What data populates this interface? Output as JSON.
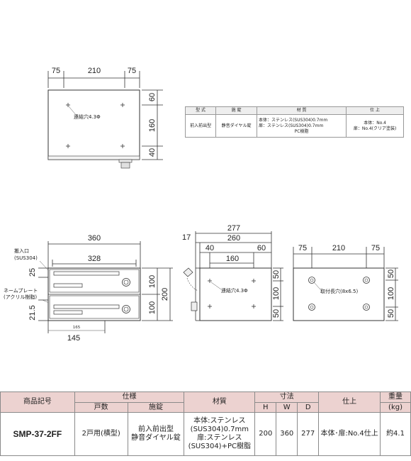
{
  "top_view": {
    "dim_top": [
      "75",
      "210",
      "75"
    ],
    "dim_right": [
      "60",
      "160",
      "40"
    ],
    "hole_label": "連結穴4.3Φ"
  },
  "spec_table": {
    "headers": [
      "型 式",
      "施 錠",
      "材 質",
      "仕 上"
    ],
    "row": {
      "type": "前入前出型",
      "lock": "静音ダイヤル錠",
      "material": [
        "本体：ステンレス(SUS304)0.7mm",
        "扉：ステンレス(SUS304)0.7mm",
        "PC樹脂"
      ],
      "finish": [
        "本体：No.4",
        "扉：No.4(クリア塗装)"
      ]
    }
  },
  "front_view": {
    "width_total": "360",
    "width_inner": "328",
    "slot_label": [
      "搬入口",
      "(SUS304)"
    ],
    "plate_label": [
      "ネームプレート",
      "(アクリル樹脂)"
    ],
    "left_dims": [
      "25",
      "21.5"
    ],
    "right_dims": [
      "100",
      "100"
    ],
    "height_total": "200",
    "bottom_small": "165",
    "bottom_dim": "145"
  },
  "side_view": {
    "dim_top": [
      "17",
      "277",
      "260"
    ],
    "dim_second": [
      "40",
      "60"
    ],
    "dim_third": "160",
    "right_dims": [
      "50",
      "100",
      "50"
    ],
    "hole_label": "連結穴4.3Φ"
  },
  "back_view": {
    "dim_top": [
      "75",
      "210",
      "75"
    ],
    "right_dims": [
      "50",
      "100",
      "50"
    ],
    "hole_label": "取付長穴(8x6.5)"
  },
  "product_table": {
    "headers": {
      "code": "商品記号",
      "spec": "仕様",
      "units": "戸数",
      "lock": "施錠",
      "material": "材質",
      "size": "寸法",
      "H": "H",
      "W": "W",
      "D": "D",
      "finish": "仕上",
      "weight": "重量",
      "weight_unit": "(kg)"
    },
    "row": {
      "code": "SMP-37-2FF",
      "units": "2戸用(横型)",
      "lock": [
        "前入前出型",
        "静音ダイヤル錠"
      ],
      "material": [
        "本体:ステンレス",
        "(SUS304)0.7mm",
        "扉:ステンレス",
        "(SUS304)+PC樹脂"
      ],
      "H": "200",
      "W": "360",
      "D": "277",
      "finish": "本体･扉:No.4仕上",
      "weight": "約4.1"
    }
  }
}
